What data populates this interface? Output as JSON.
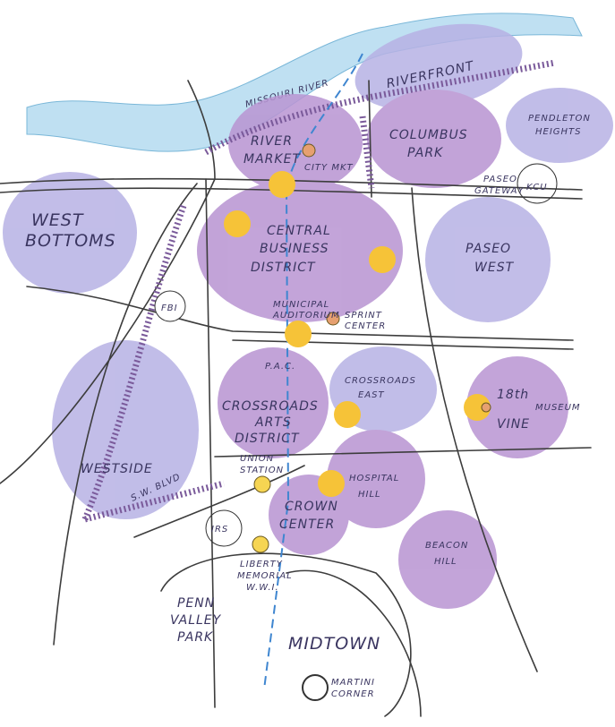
{
  "colors": {
    "district_purple": "#b894d2",
    "district_lavender": "#b7b2e4",
    "node_yellow": "#f6c338",
    "river_blue": "#bfe0f2",
    "streetcar_blue": "#3f86d0"
  },
  "river": {
    "label": "MISSOURI RIVER"
  },
  "districts": [
    {
      "id": "riverfront",
      "label": "RIVERFRONT"
    },
    {
      "id": "river-market",
      "label1": "RIVER",
      "label2": "MARKET"
    },
    {
      "id": "columbus-park",
      "label1": "COLUMBUS",
      "label2": "PARK"
    },
    {
      "id": "pendleton-heights",
      "label1": "PENDLETON",
      "label2": "HEIGHTS"
    },
    {
      "id": "west-bottoms",
      "label1": "WEST",
      "label2": "BOTTOMS"
    },
    {
      "id": "cbd",
      "label1": "CENTRAL",
      "label2": "BUSINESS",
      "label3": "DISTRICT"
    },
    {
      "id": "paseo-west",
      "label1": "PASEO",
      "label2": "WEST"
    },
    {
      "id": "crossroads-east",
      "label1": "CROSSROADS",
      "label2": "EAST"
    },
    {
      "id": "crossroads-arts",
      "label1": "CROSSROADS",
      "label2": "ARTS",
      "label3": "DISTRICT"
    },
    {
      "id": "18th-vine",
      "label1": "18th",
      "label2": "VINE"
    },
    {
      "id": "westside",
      "label": "WESTSIDE"
    },
    {
      "id": "hospital-hill",
      "label1": "HOSPITAL",
      "label2": "HILL"
    },
    {
      "id": "crown-center",
      "label1": "CROWN",
      "label2": "CENTER"
    },
    {
      "id": "beacon-hill",
      "label1": "BEACON",
      "label2": "HILL"
    },
    {
      "id": "midtown",
      "label": "MIDTOWN"
    },
    {
      "id": "penn-valley-park",
      "label1": "PENN",
      "label2": "VALLEY",
      "label3": "PARK"
    }
  ],
  "landmarks": {
    "city_market": "CITY MKT",
    "paseo_gateway1": "PASEO",
    "paseo_gateway2": "GATEWAY",
    "kcu": "KCU",
    "fbi": "FBI",
    "municipal1": "MUNICIPAL",
    "municipal2": "AUDITORIUM",
    "sprint1": "SPRINT",
    "sprint2": "CENTER",
    "pac": "P.A.C.",
    "museum": "MUSEUM",
    "union1": "UNION",
    "union2": "STATION",
    "sw_blvd": "S.W. BLVD",
    "irs": "IRS",
    "liberty1": "LIBERTY",
    "liberty2": "MEMORIAL",
    "liberty3": "W.W.I.",
    "martini1": "MARTINI",
    "martini2": "CORNER"
  }
}
